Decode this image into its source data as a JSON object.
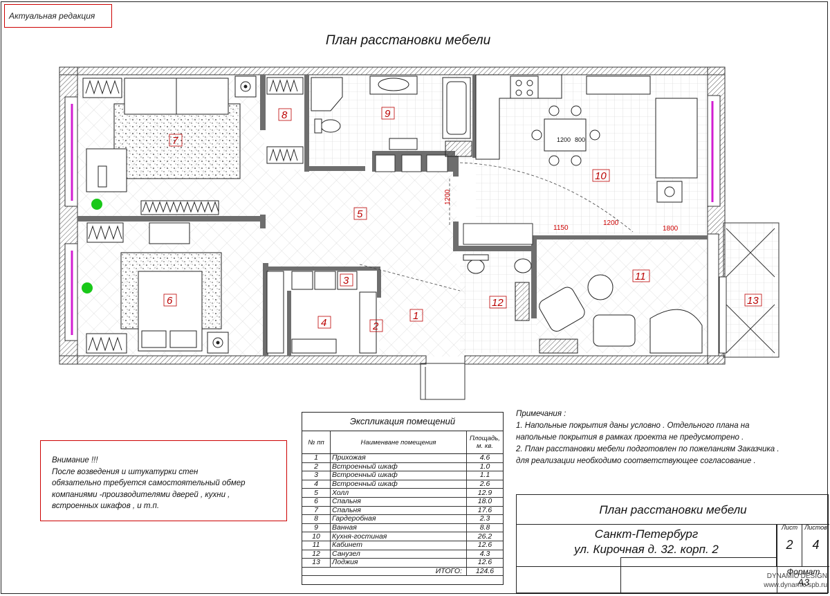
{
  "header": {
    "revision_label": "Актуальная редакция",
    "title": "План расстановки мебели"
  },
  "rooms": [
    {
      "num": "1"
    },
    {
      "num": "2"
    },
    {
      "num": "3"
    },
    {
      "num": "4"
    },
    {
      "num": "5"
    },
    {
      "num": "6"
    },
    {
      "num": "7"
    },
    {
      "num": "8"
    },
    {
      "num": "9"
    },
    {
      "num": "10"
    },
    {
      "num": "11"
    },
    {
      "num": "12"
    },
    {
      "num": "13"
    }
  ],
  "dimensions": {
    "hall_opening": "1200",
    "kitchen_opening": "1200",
    "cabinet_width": "1150",
    "living_width": "1800",
    "table_size": "1200",
    "table_depth": "800"
  },
  "explication": {
    "title": "Экспликация помещений",
    "col_num": "№ пп",
    "col_name": "Наименване помещения",
    "col_area": "Площадь, м. кв.",
    "rows": [
      {
        "num": "1",
        "name": "Прихожая",
        "area": "4.6"
      },
      {
        "num": "2",
        "name": "Встроенный шкаф",
        "area": "1.0"
      },
      {
        "num": "3",
        "name": "Встроенный шкаф",
        "area": "1.1"
      },
      {
        "num": "4",
        "name": "Встроенный шкаф",
        "area": "2.6"
      },
      {
        "num": "5",
        "name": "Холл",
        "area": "12.9"
      },
      {
        "num": "6",
        "name": "Спальня",
        "area": "18.0"
      },
      {
        "num": "7",
        "name": "Спальня",
        "area": "17.6"
      },
      {
        "num": "8",
        "name": "Гардеробная",
        "area": "2.3"
      },
      {
        "num": "9",
        "name": "Ванная",
        "area": "8.8"
      },
      {
        "num": "10",
        "name": "Кухня-гостиная",
        "area": "26.2"
      },
      {
        "num": "11",
        "name": "Кабинет",
        "area": "12.6"
      },
      {
        "num": "12",
        "name": "Санузел",
        "area": "4.3"
      },
      {
        "num": "13",
        "name": "Лоджия",
        "area": "12.6"
      }
    ],
    "total_label": "ИТОГО:",
    "total_value": "124.6"
  },
  "warning": {
    "title": "Внимание !!!",
    "lines": [
      "После возведения и штукатурки стен",
      "обязательно требуется самостоятельный обмер",
      "компаниями -производителями дверей , кухни ,",
      "встроенных шкафов , и т.п."
    ]
  },
  "notes": {
    "title": "Примечания :",
    "lines": [
      "1. Напольные покрытия даны условно . Отдельного плана на",
      "напольные покрытия в рамках проекта не предусмотрено .",
      "2. План расстановки мебели подготовлен по пожеланиям Заказчика .",
      "для реализации необходимо соответствующее согласование ."
    ]
  },
  "stamp": {
    "title": "План расстановки мебели",
    "city": "Санкт-Петербург",
    "address": "ул. Кирочная д. 32. корп. 2",
    "sheet_label": "Лист",
    "sheet_value": "2",
    "sheets_label": "Листов",
    "sheets_value": "4",
    "format_label": "Формат",
    "format_value": "А3"
  },
  "brand": {
    "name": "DYNAMIC DESIGN",
    "url": "www.dynamic.spb.ru"
  },
  "colors": {
    "wall": "#6e6e6e",
    "room_label": "#b00000",
    "window": "#d21ed2",
    "red_border": "#cc0000"
  }
}
